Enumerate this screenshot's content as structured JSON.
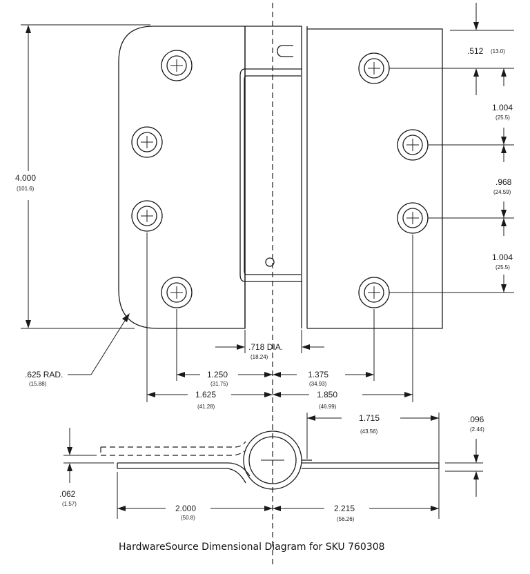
{
  "caption": "HardwareSource Dimensional Diagram for SKU 760308",
  "dimensions": {
    "height": {
      "value": "4.000",
      "metric": "(101.6)"
    },
    "top_offset": {
      "value": ".512",
      "metric": "(13.0)"
    },
    "spacing_1": {
      "value": "1.004",
      "metric": "(25.5)"
    },
    "spacing_2": {
      "value": ".968",
      "metric": "(24.59)"
    },
    "spacing_3": {
      "value": "1.004",
      "metric": "(25.5)"
    },
    "pin_diameter": {
      "value": ".718 DIA.",
      "metric": "(18.24)"
    },
    "corner_radius": {
      "value": ".625 RAD.",
      "metric": "(15.88)"
    },
    "left_inner": {
      "value": "1.250",
      "metric": "(31.75)"
    },
    "right_inner": {
      "value": "1.375",
      "metric": "(34.93)"
    },
    "left_outer": {
      "value": "1.625",
      "metric": "(41.28)"
    },
    "right_outer": {
      "value": "1.850",
      "metric": "(46.99)"
    },
    "leaf_width": {
      "value": "1.715",
      "metric": "(43.56)"
    },
    "gap": {
      "value": ".096",
      "metric": "(2.44)"
    },
    "thickness": {
      "value": ".062",
      "metric": "(1.57)"
    },
    "left_leaf": {
      "value": "2.000",
      "metric": "(50.8)"
    },
    "right_leaf": {
      "value": "2.215",
      "metric": "(56.26)"
    }
  }
}
